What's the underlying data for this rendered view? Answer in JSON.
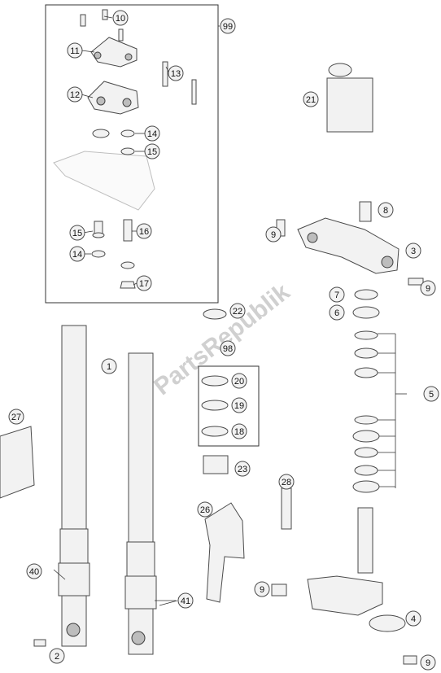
{
  "watermark": "PartsRepublik",
  "callouts": {
    "c1": "1",
    "c2": "2",
    "c3": "3",
    "c4": "4",
    "c5": "5",
    "c6": "6",
    "c7": "7",
    "c8": "8",
    "c9a": "9",
    "c9b": "9",
    "c9c": "9",
    "c9d": "9",
    "c10": "10",
    "c11": "11",
    "c12": "12",
    "c13": "13",
    "c14a": "14",
    "c14b": "14",
    "c15a": "15",
    "c15b": "15",
    "c16": "16",
    "c17": "17",
    "c18": "18",
    "c19": "19",
    "c20": "20",
    "c21": "21",
    "c22": "22",
    "c23": "23",
    "c26": "26",
    "c27": "27",
    "c28": "28",
    "c40": "40",
    "c41": "41",
    "c98": "98",
    "c99": "99"
  }
}
